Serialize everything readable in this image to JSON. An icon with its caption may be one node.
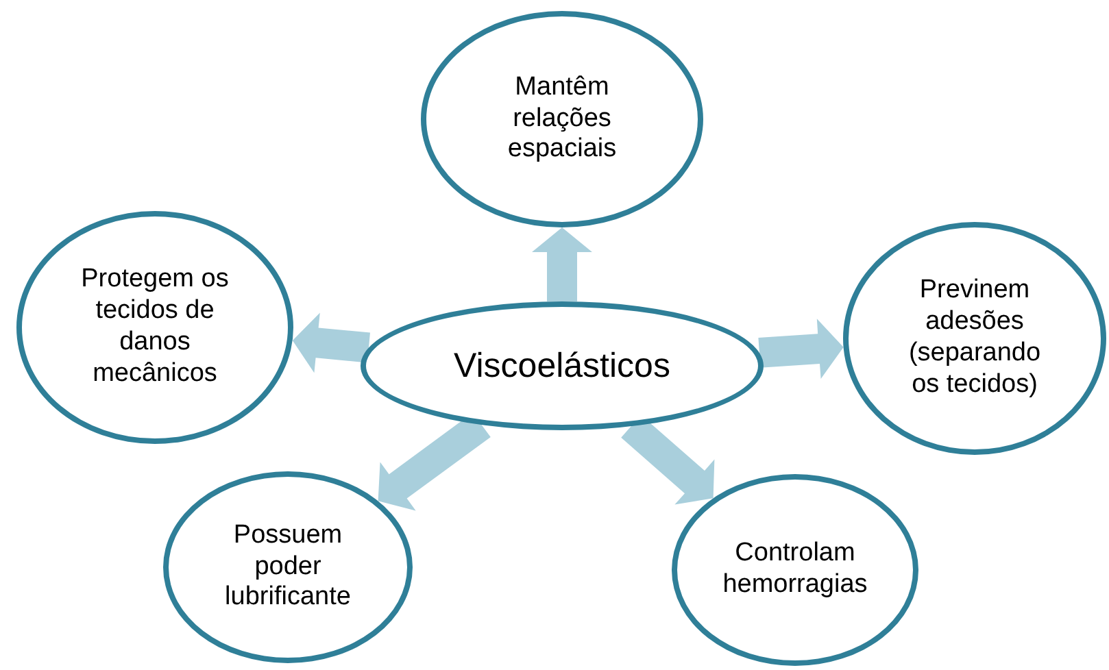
{
  "diagram": {
    "nodes": [
      {
        "text": [
          "Mantêm relações espaciais"
        ]
      },
      {
        "text": [
          "Protegem os tecidos de danos mecânicos"
        ]
      },
      {
        "text": [
          "Viscoelásticos"
        ]
      },
      {
        "text": [
          "Previnem adesões (separando os tecidos)"
        ]
      },
      {
        "text": [
          "Possuem poder lubrificante"
        ]
      },
      {
        "text": [
          "Controlam hemorragias"
        ]
      }
    ],
    "edges": [
      {
        "from": 2,
        "to": 0,
        "arrow": "to"
      },
      {
        "from": 2,
        "to": 1,
        "arrow": "to"
      },
      {
        "from": 2,
        "to": 3,
        "arrow": "to"
      },
      {
        "from": 2,
        "to": 4,
        "arrow": "to"
      },
      {
        "from": 2,
        "to": 5,
        "arrow": "to"
      }
    ]
  }
}
